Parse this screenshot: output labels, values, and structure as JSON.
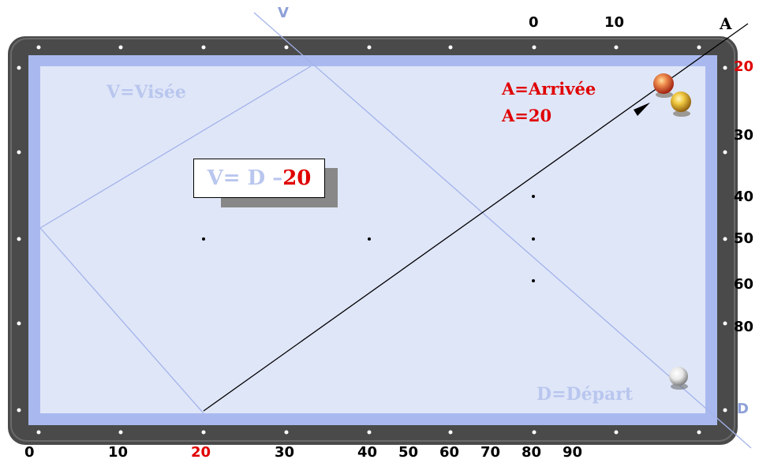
{
  "colors": {
    "rail": "#4a4a4a",
    "cushion": "#a9b9ef",
    "cloth": "#dfe6f8",
    "diagonal": "#a3b3ea",
    "shot_line": "#000000",
    "label_red": "#e00000",
    "legend_blue": "#b9c6ee"
  },
  "legend": {
    "visee": "V=Visée",
    "arrivee": "A=Arrivée",
    "arrivee_value": "A=20",
    "depart": "D=Départ"
  },
  "formula": {
    "main": "V= D –",
    "number": "20"
  },
  "diamond_labels": {
    "bottom": [
      "0",
      "10",
      "20",
      "30",
      "40",
      "50",
      "60",
      "70",
      "80",
      "90"
    ],
    "bottom_highlight": "20",
    "top": [
      "0",
      "10"
    ],
    "right": [
      "20",
      "30",
      "40",
      "50",
      "60",
      "80"
    ],
    "right_highlight": "20",
    "v_marker": "V",
    "a_marker": "A",
    "d_marker": "D"
  },
  "balls": [
    {
      "name": "red-ball",
      "color": "red"
    },
    {
      "name": "yellow-ball",
      "color": "yellow"
    },
    {
      "name": "white-ball",
      "color": "white"
    }
  ]
}
